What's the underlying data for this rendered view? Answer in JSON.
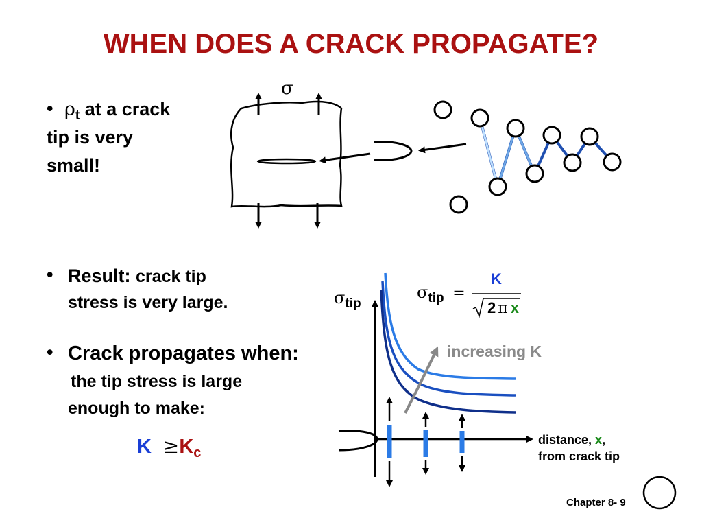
{
  "slide": {
    "title": "WHEN DOES A CRACK PROPAGATE?",
    "bullet1": {
      "symbol": "ρ",
      "subscript": "t",
      "lines": [
        "at a crack",
        "tip is very",
        "small!"
      ]
    },
    "bullet2": {
      "bold": "Result:",
      "rest": "crack tip",
      "line2": "stress is very large."
    },
    "bullet3": {
      "head": "Crack propagates when:",
      "line2": "the tip stress is large",
      "line3": "enough to make:"
    },
    "criterion": {
      "k": "K",
      "op": "≥",
      "kc": "K",
      "kc_sub": "c"
    },
    "sigma_label": "σ",
    "graph": {
      "ylabel_symbol": "σ",
      "ylabel_sub": "tip",
      "formula": {
        "lhs_symbol": "σ",
        "lhs_sub": "tip",
        "eq": "=",
        "numerator": "K",
        "two": "2",
        "pi": "π",
        "x": "x"
      },
      "increasing_label": "increasing K",
      "xlabel_line1_a": "distance,",
      "xlabel_x": "x",
      "xlabel_comma": ",",
      "xlabel_line2": "from crack tip"
    },
    "footer": "Chapter 8-",
    "page_number": "9"
  }
}
